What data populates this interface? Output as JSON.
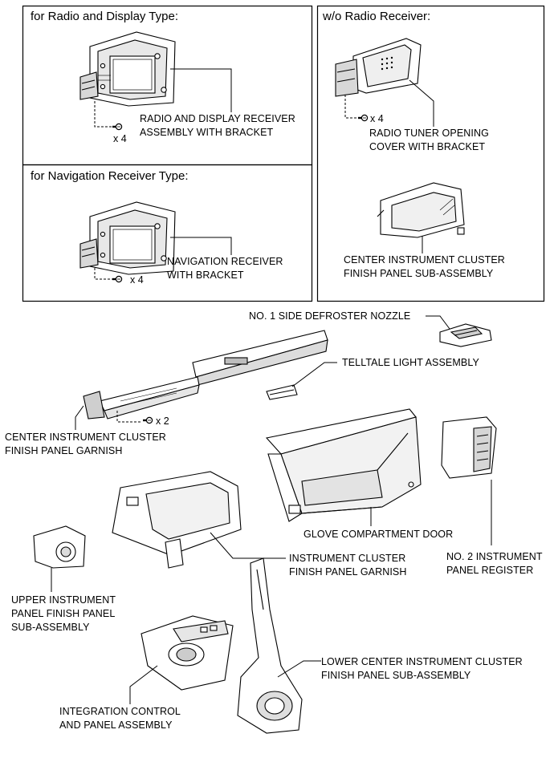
{
  "boxes": {
    "radio_display": {
      "title": "for Radio and Display Type:"
    },
    "navigation": {
      "title": "for Navigation Receiver Type:"
    },
    "no_radio": {
      "title": "w/o Radio Receiver:"
    }
  },
  "labels": {
    "radio_display_receiver": "RADIO AND DISPLAY RECEIVER\nASSEMBLY WITH BRACKET",
    "navigation_receiver": "NAVIGATION RECEIVER\nWITH BRACKET",
    "radio_tuner_cover": "RADIO TUNER OPENING\nCOVER WITH BRACKET",
    "center_cluster_finish_panel": "CENTER INSTRUMENT CLUSTER\nFINISH PANEL SUB-ASSEMBLY",
    "side_defroster": "NO. 1 SIDE DEFROSTER NOZZLE",
    "telltale": "TELLTALE LIGHT ASSEMBLY",
    "center_cluster_garnish": "CENTER INSTRUMENT CLUSTER\nFINISH PANEL GARNISH",
    "glove_door": "GLOVE COMPARTMENT DOOR",
    "instrument_cluster_garnish": "INSTRUMENT CLUSTER\nFINISH PANEL GARNISH",
    "no2_register": "NO. 2 INSTRUMENT\nPANEL REGISTER",
    "upper_finish_panel": "UPPER INSTRUMENT\nPANEL FINISH PANEL\nSUB-ASSEMBLY",
    "lower_center_cluster": "LOWER CENTER INSTRUMENT CLUSTER\nFINISH PANEL SUB-ASSEMBLY",
    "integration_control": "INTEGRATION CONTROL\nAND PANEL ASSEMBLY"
  },
  "quantities": {
    "radio_display_screws": "x 4",
    "navigation_screws": "x 4",
    "no_radio_screws": "x 4",
    "garnish_screws": "x 2"
  }
}
